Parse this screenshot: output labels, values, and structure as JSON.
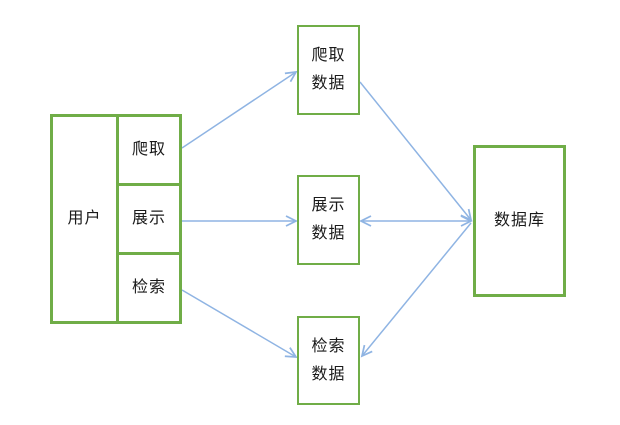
{
  "diagram": {
    "title": "",
    "background": "#ffffff",
    "colors": {
      "node_border": "#70AD47",
      "connector": "#8FB4E3",
      "text": "#1a1a1a"
    },
    "nodes": {
      "user": {
        "label": "用户"
      },
      "user_actions": [
        {
          "id": "crawl",
          "label": "爬取"
        },
        {
          "id": "display",
          "label": "展示"
        },
        {
          "id": "search",
          "label": "检索"
        }
      ],
      "crawl_data": {
        "label": "爬取数据"
      },
      "display_data": {
        "label": "展示数据"
      },
      "search_data": {
        "label": "检索数据"
      },
      "database": {
        "label": "数据库"
      }
    },
    "edges": [
      {
        "from": "用户.爬取",
        "to": "爬取数据",
        "direction": "one-way"
      },
      {
        "from": "用户.展示",
        "to": "展示数据",
        "direction": "one-way"
      },
      {
        "from": "用户.检索",
        "to": "检索数据",
        "direction": "one-way"
      },
      {
        "from": "爬取数据",
        "to": "数据库",
        "direction": "one-way"
      },
      {
        "from": "展示数据",
        "to": "数据库",
        "direction": "two-way"
      },
      {
        "from": "数据库",
        "to": "检索数据",
        "direction": "one-way"
      }
    ]
  }
}
